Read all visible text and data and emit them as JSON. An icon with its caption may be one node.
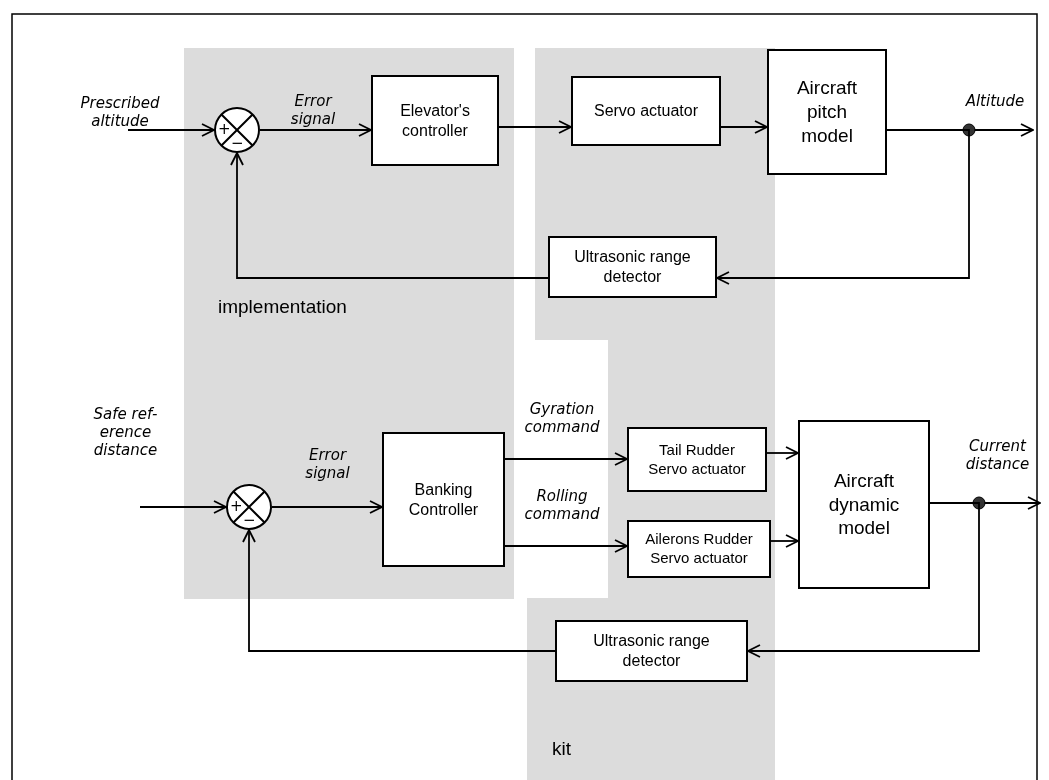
{
  "diagram": {
    "nodes": [
      {
        "text": [
          "implementation"
        ]
      },
      {
        "text": [
          "kit"
        ]
      },
      {
        "text": [
          "+",
          "−"
        ],
        "in": 0
      },
      {
        "text": [
          "Elevator's controller"
        ],
        "in": 0
      },
      {
        "text": [
          "Servo actuator"
        ],
        "in": 1
      },
      {
        "text": [
          "Aircraft pitch model"
        ]
      },
      {
        "text": [
          "Ultrasonic range detector"
        ],
        "in": 1
      },
      {
        "text": [
          "+",
          "−"
        ],
        "in": 0
      },
      {
        "text": [
          "Banking Controller"
        ],
        "in": 0
      },
      {
        "text": [
          "Tail Rudder Servo actuator"
        ],
        "in": 1
      },
      {
        "text": [
          "Ailerons Rudder Servo actuator"
        ],
        "in": 1
      },
      {
        "text": [
          "Aircraft dynamic model"
        ]
      },
      {
        "text": [
          "Ultrasonic range detector"
        ],
        "in": 1
      }
    ],
    "edges": [
      {
        "from": null,
        "to": 2,
        "arrow": "to",
        "label": "Prescribed altitude"
      },
      {
        "from": 2,
        "to": 3,
        "arrow": "to",
        "label": "Error signal"
      },
      {
        "from": 3,
        "to": 4,
        "arrow": "to"
      },
      {
        "from": 4,
        "to": 5,
        "arrow": "to"
      },
      {
        "from": 5,
        "to": null,
        "arrow": "to",
        "label": "Altitude"
      },
      {
        "from": 5,
        "to": 6,
        "arrow": "to"
      },
      {
        "from": 6,
        "to": 2,
        "arrow": "to"
      },
      {
        "from": null,
        "to": 7,
        "arrow": "to",
        "label": "Safe ref- erence distance"
      },
      {
        "from": 7,
        "to": 8,
        "arrow": "to",
        "label": "Error signal"
      },
      {
        "from": 8,
        "to": 9,
        "arrow": "to",
        "label": "Gyration command"
      },
      {
        "from": 8,
        "to": 10,
        "arrow": "to",
        "label": "Rolling command"
      },
      {
        "from": 9,
        "to": 11,
        "arrow": "to"
      },
      {
        "from": 10,
        "to": 11,
        "arrow": "to"
      },
      {
        "from": 11,
        "to": null,
        "arrow": "to",
        "label": "Current distance"
      },
      {
        "from": 11,
        "to": 12,
        "arrow": "to"
      },
      {
        "from": 12,
        "to": 7,
        "arrow": "to"
      }
    ]
  }
}
